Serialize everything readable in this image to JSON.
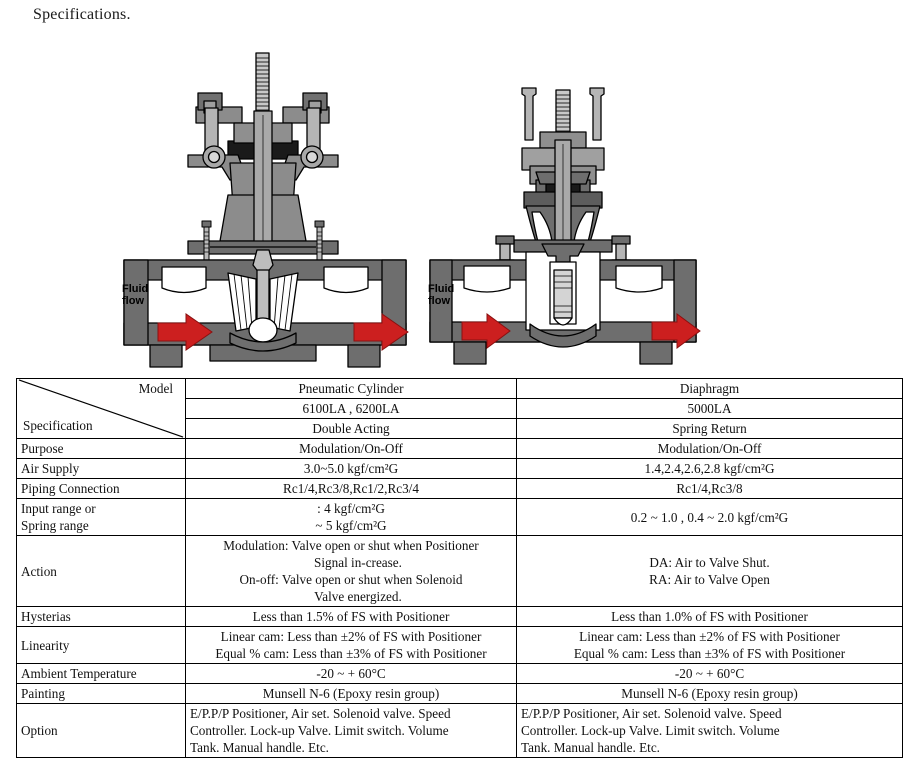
{
  "page": {
    "title": "Specifications."
  },
  "diagrams": {
    "left": {
      "name": "pneumatic-cylinder-globe-valve-cutaway",
      "flow_label_line1": "Fluid",
      "flow_label_line2": "flow",
      "arrow_color": "#cc1f1f"
    },
    "right": {
      "name": "diaphragm-actuator-globe-valve-cutaway",
      "flow_label_line1": "Fluid",
      "flow_label_line2": "flow",
      "arrow_color": "#cc1f1f"
    }
  },
  "table": {
    "corner": {
      "model_label": "Model",
      "spec_label": "Specification"
    },
    "columns": [
      "Pneumatic Cylinder",
      "Diaphragm"
    ],
    "rows": [
      {
        "label": "",
        "pneumatic": "6100LA , 6200LA",
        "diaphragm": "5000LA",
        "align": "center"
      },
      {
        "label": "",
        "pneumatic": "Double Acting",
        "diaphragm": "Spring Return",
        "align": "center"
      },
      {
        "label": "Purpose",
        "pneumatic": "Modulation/On-Off",
        "diaphragm": "Modulation/On-Off",
        "align": "center"
      },
      {
        "label": "Air Supply",
        "pneumatic": "3.0~5.0 kgf/cm²G",
        "diaphragm": "1.4,2.4,2.6,2.8 kgf/cm²G",
        "align": "center"
      },
      {
        "label": "Piping Connection",
        "pneumatic": "Rc1/4,Rc3/8,Rc1/2,Rc3/4",
        "diaphragm": "Rc1/4,Rc3/8",
        "align": "center"
      }
    ],
    "input_range": {
      "label_line1": "Input range or",
      "label_line2": "Spring range",
      "pneumatic_line1": ": 4 kgf/cm²G",
      "pneumatic_line2": "~ 5 kgf/cm²G",
      "diaphragm": "0.2 ~ 1.0 , 0.4 ~ 2.0 kgf/cm²G"
    },
    "action": {
      "label": "Action",
      "pneumatic_line1": "Modulation: Valve open or shut when Positioner",
      "pneumatic_line2": "Signal in-crease.",
      "pneumatic_line3": "On-off: Valve open or shut when Solenoid",
      "pneumatic_line4": "Valve energized.",
      "diaphragm_line1": "DA: Air to Valve Shut.",
      "diaphragm_line2": "RA: Air to Valve Open"
    },
    "hysterias": {
      "label": "Hysterias",
      "pneumatic": "Less than 1.5% of FS with Positioner",
      "diaphragm": "Less than 1.0% of FS with Positioner"
    },
    "linearity": {
      "label": "Linearity",
      "pneumatic_line1": "Linear cam: Less than ±2% of FS with Positioner",
      "pneumatic_line2": "Equal % cam: Less than ±3% of FS with Positioner",
      "diaphragm_line1": "Linear cam: Less than ±2% of FS with Positioner",
      "diaphragm_line2": "Equal % cam: Less than ±3% of FS with Positioner"
    },
    "ambient": {
      "label": "Ambient Temperature",
      "pneumatic": "-20 ~ + 60°C",
      "diaphragm": "-20 ~ + 60°C"
    },
    "painting": {
      "label": "Painting",
      "pneumatic": "Munsell N-6 (Epoxy resin group)",
      "diaphragm": "Munsell N-6 (Epoxy resin group)"
    },
    "option": {
      "label": "Option",
      "pneumatic_line1": "E/P.P/P Positioner, Air set. Solenoid valve. Speed",
      "pneumatic_line2": "Controller. Lock-up Valve. Limit switch. Volume",
      "pneumatic_line3": "Tank. Manual   handle. Etc.",
      "diaphragm_line1": "E/P.P/P Positioner, Air set. Solenoid valve. Speed",
      "diaphragm_line2": "Controller. Lock-up Valve. Limit switch. Volume",
      "diaphragm_line3": "Tank. Manual   handle. Etc."
    }
  }
}
